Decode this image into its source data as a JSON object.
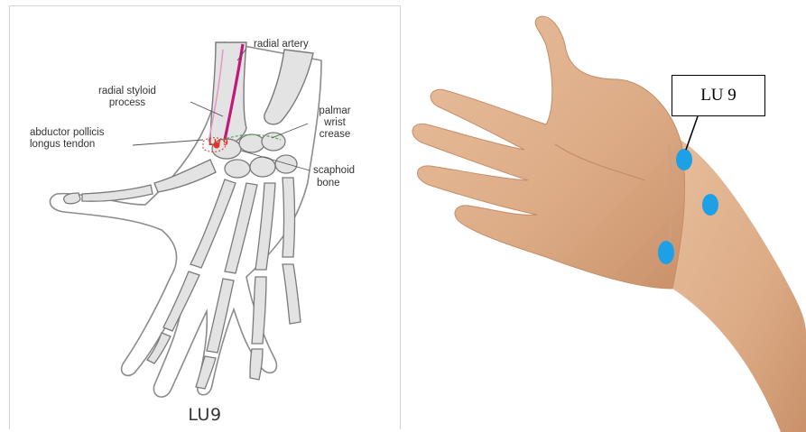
{
  "anatomy": {
    "labels": {
      "radial_artery": "radial artery",
      "radial_styloid_1": "radial styloid",
      "radial_styloid_2": "process",
      "abductor_1": "abductor pollicis",
      "abductor_2": "longus tendon",
      "palmar_1": "palmar",
      "palmar_2": "wrist",
      "palmar_3": "crease",
      "scaphoid_1": "scaphoid",
      "scaphoid_2": "bone",
      "point": "LU 9"
    },
    "caption": "LU9",
    "colors": {
      "bone_fill": "#e3e3e3",
      "bone_stroke": "#7a7a7a",
      "artery": "#c2187a",
      "point": "#e4332d",
      "crease": "#5aa55a"
    }
  },
  "photo": {
    "callout": "LU 9",
    "icons": {
      "point_marker": "acupoint-dot-icon"
    },
    "colors": {
      "skin": "#e2b08c",
      "point": "#1ea0e6"
    }
  }
}
